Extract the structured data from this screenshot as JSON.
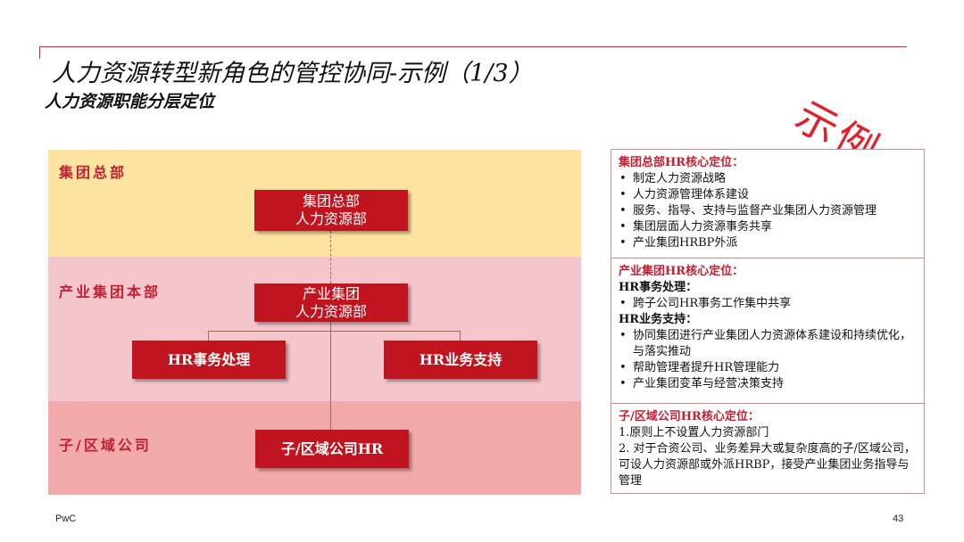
{
  "title": "人力资源转型新角色的管控协同-示例（1/3）",
  "subtitle": "人力资源职能分层定位",
  "stamp": "示例",
  "bands": {
    "hq": "集团总部",
    "industry": "产业集团本部",
    "sub": "子/区域公司"
  },
  "boxes": {
    "hq_line1": "集团总部",
    "hq_line2": "人力资源部",
    "ind_line1": "产业集团",
    "ind_line2": "人力资源部",
    "ops": "HR事务处理",
    "bp": "HR业务支持",
    "sub": "子/区域公司HR"
  },
  "panel": {
    "hq": {
      "heading": "集团总部HR核心定位：",
      "items": [
        "制定人力资源战略",
        "人力资源管理体系建设",
        "服务、指导、支持与监督产业集团人力资源管理",
        "集团层面人力资源事务共享",
        "产业集团HRBP外派"
      ]
    },
    "industry": {
      "heading": "产业集团HR核心定位：",
      "sub1": "HR事务处理：",
      "items1": [
        "跨子公司HR事务工作集中共享"
      ],
      "sub2": "HR业务支持：",
      "items2": [
        "协同集团进行产业集团人力资源体系建设和持续优化，与落实推动",
        "帮助管理者提升HR管理能力",
        "产业集团变革与经营决策支持"
      ]
    },
    "sub": {
      "heading": "子/区域公司HR核心定位：",
      "line1": "1.原则上不设置人力资源部门",
      "line2": "2. 对于合资公司、业务差异大或复杂度高的子/区域公司，可设人力资源部或外派HRBP，接受产业集团业务指导与管理"
    }
  },
  "footer": {
    "left": "PwC",
    "page": "43"
  }
}
